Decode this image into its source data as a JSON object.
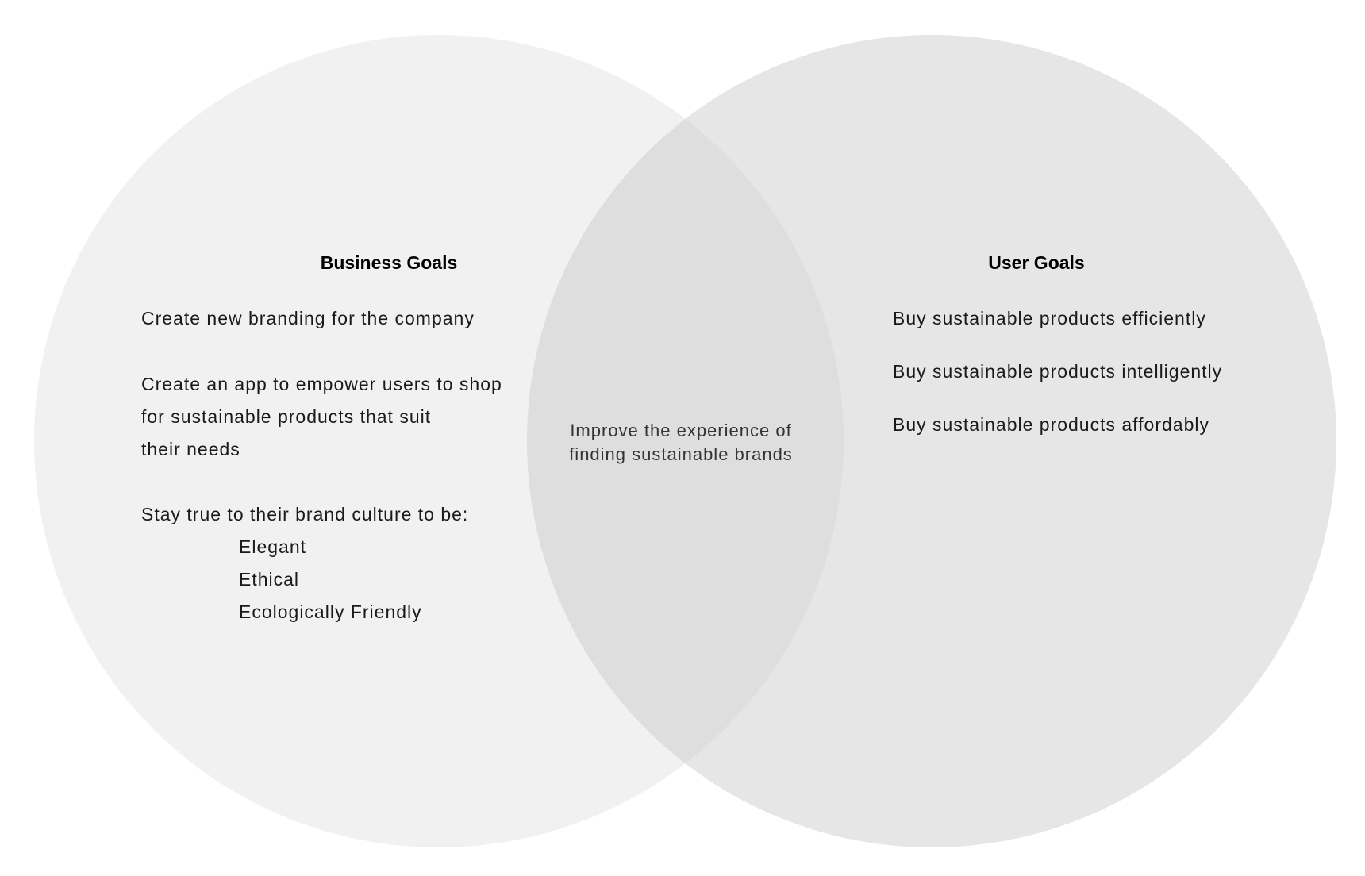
{
  "diagram": {
    "colors": {
      "business_circle": "#f1f1f1",
      "user_circle": "#e6e6e6",
      "overlap": "#dedede",
      "background": "#ffffff"
    },
    "business": {
      "heading": "Business Goals",
      "items": [
        "Create new branding for the company",
        "Create an app to empower users to shop",
        "for sustainable products that suit",
        "their needs",
        "Stay true to their brand culture to be:"
      ],
      "culture_traits": [
        "Elegant",
        "Ethical",
        "Ecologically Friendly"
      ]
    },
    "overlap": {
      "lines": [
        "Improve the experience of",
        "finding sustainable brands"
      ]
    },
    "user": {
      "heading": "User Goals",
      "items": [
        "Buy sustainable products efficiently",
        "Buy sustainable products intelligently",
        "Buy sustainable products affordably"
      ]
    }
  }
}
